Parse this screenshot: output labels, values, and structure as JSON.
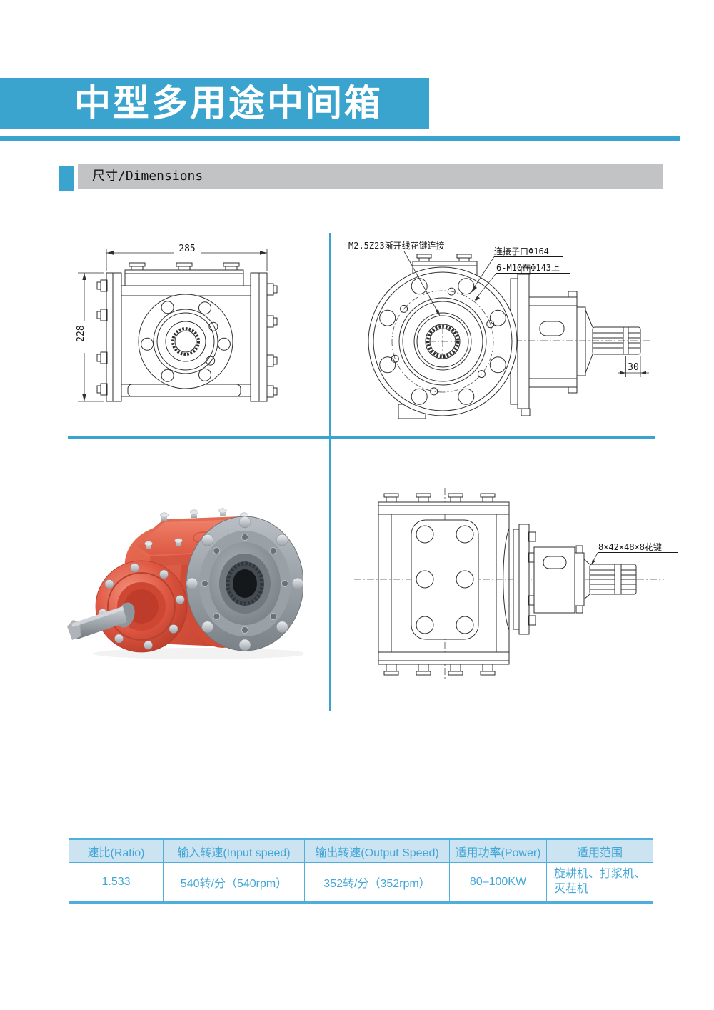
{
  "page": {
    "title": "中型多用途中间箱"
  },
  "section": {
    "label": "尺寸/Dimensions"
  },
  "drawings": {
    "front_view": {
      "dim_width": "285",
      "dim_height": "228"
    },
    "input_view": {
      "ann_spline": "M2.5Z23渐开线花键连接",
      "ann_connector": "连接子口Φ164",
      "ann_bolts": "6-M10在Φ143上",
      "dim_shaft_end": "30"
    },
    "side_view": {
      "ann_output_spline": "8×42×48×8花键"
    }
  },
  "table": {
    "headers": [
      "速比(Ratio)",
      "输入转速(Input speed)",
      "输出转速(Output Speed)",
      "适用功率(Power)",
      "适用范围"
    ],
    "rows": [
      [
        "1.533",
        "540转/分（540rpm）",
        "352转/分（352rpm）",
        "80–100KW",
        "旋耕机、打浆机、灭茬机"
      ]
    ]
  },
  "colors": {
    "accent": "#3AA4CF",
    "section_bar": "#C2C3C5",
    "table_border": "#4FAFDC",
    "table_text": "#41A6D7",
    "table_header_bg": "#CCE3F2"
  }
}
